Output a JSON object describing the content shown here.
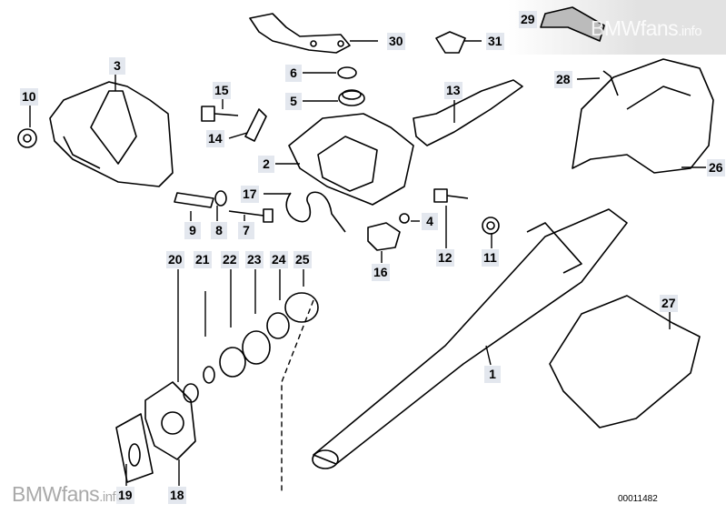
{
  "diagram": {
    "labels": [
      "1",
      "2",
      "3",
      "4",
      "5",
      "6",
      "7",
      "8",
      "9",
      "10",
      "11",
      "12",
      "13",
      "14",
      "15",
      "16",
      "17",
      "18",
      "19",
      "20",
      "21",
      "22",
      "23",
      "24",
      "25",
      "26",
      "27",
      "28",
      "29",
      "30",
      "31"
    ],
    "drawing_number": "00011482",
    "watermark": {
      "brand": "BMWfans",
      "suffix": ".info"
    },
    "colors": {
      "label_bg": "#e3e7ee",
      "line": "#000000",
      "watermark": "#aaaaaa"
    }
  }
}
